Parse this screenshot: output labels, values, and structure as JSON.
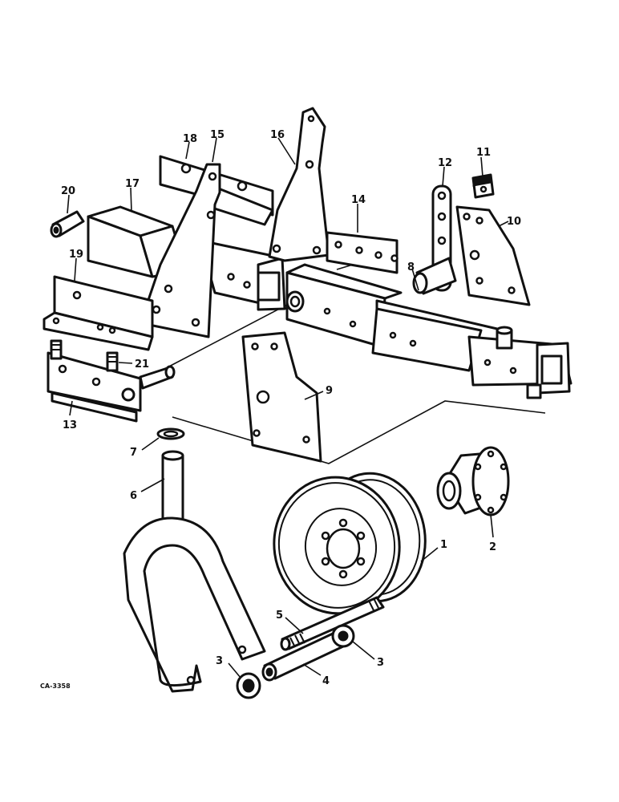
{
  "drawing_code": "CA-3358",
  "callouts": {
    "c1": "1",
    "c2": "2",
    "c3a": "3",
    "c3b": "3",
    "c4": "4",
    "c5": "5",
    "c6": "6",
    "c7": "7",
    "c8": "8",
    "c9": "9",
    "c10": "10",
    "c11": "11",
    "c12": "12",
    "c13": "13",
    "c14": "14",
    "c15": "15",
    "c16": "16",
    "c17": "17",
    "c18": "18",
    "c19": "19",
    "c20": "20",
    "c21": "21"
  }
}
